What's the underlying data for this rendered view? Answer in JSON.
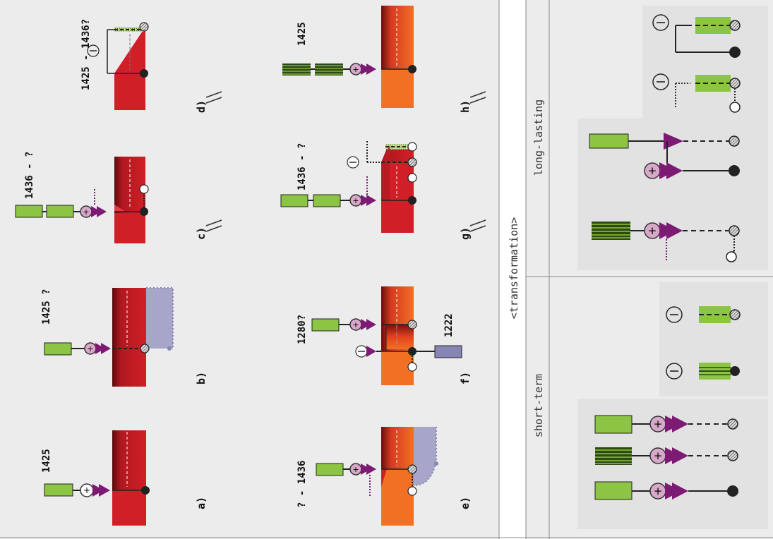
{
  "panels": {
    "a": {
      "letter": "a)",
      "date": "1425"
    },
    "b": {
      "letter": "b)",
      "date": "1425 ?"
    },
    "c": {
      "letter": "c)",
      "date": "1436 - ?"
    },
    "d": {
      "letter": "d)",
      "date": "1425 - 1436?"
    },
    "e": {
      "letter": "e)",
      "date": "? - 1436"
    },
    "f": {
      "letter": "f)",
      "date": "1280?",
      "date2": "1222"
    },
    "g": {
      "letter": "g)",
      "date": "1436 - ?"
    },
    "h": {
      "letter": "h)",
      "date": "1425"
    }
  },
  "legend": {
    "header": "<transformation>",
    "short_term": "short-term",
    "long_lasting": "long-lasting",
    "plus": "+",
    "minus": "−"
  },
  "colors": {
    "panel_bg": "#ececec",
    "legend_box_bg": "#e2e2e2",
    "red": "#d01f27",
    "dark_red": "#6e0c10",
    "orange": "#f27023",
    "green": "#8cc443",
    "dark_green": "#2e4a12",
    "purple": "#7d1b74",
    "pink": "#d8a8c8",
    "lavender": "#a7a6c8",
    "slate": "#8785b6"
  }
}
